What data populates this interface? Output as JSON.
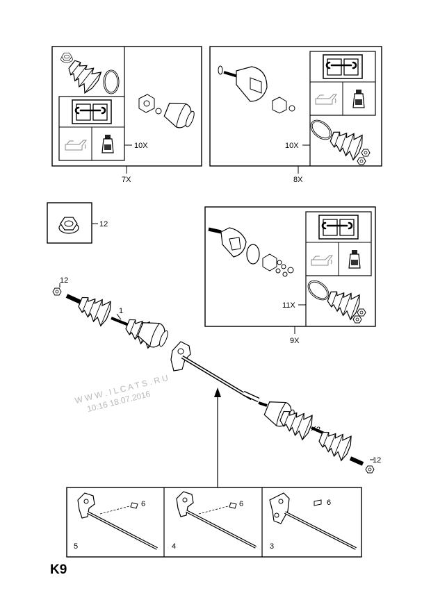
{
  "page_label": "K9",
  "watermark": {
    "line1": "W W W . I L C A T S . R U",
    "line2": "10:16 18.07.2016"
  },
  "callouts": {
    "box_7x": "7X",
    "box_7x_inner": "10X",
    "box_8x": "8X",
    "box_8x_inner": "10X",
    "box_9x": "9X",
    "box_9x_inner": "11X",
    "nut_box": "12",
    "shaft1": "1",
    "shaft1_nut": "12",
    "shaft2": "2",
    "shaft2_nut": "12",
    "variant5": "5",
    "variant5_bolt": "6",
    "variant4": "4",
    "variant4_bolt": "6",
    "variant3": "3",
    "variant3_bolt": "6"
  },
  "icons": [
    "manual-icon",
    "oil-can-icon",
    "grease-tube-icon",
    "hex-nut-icon",
    "cv-joint-icon",
    "boot-icon",
    "clamp-ring-icon"
  ]
}
